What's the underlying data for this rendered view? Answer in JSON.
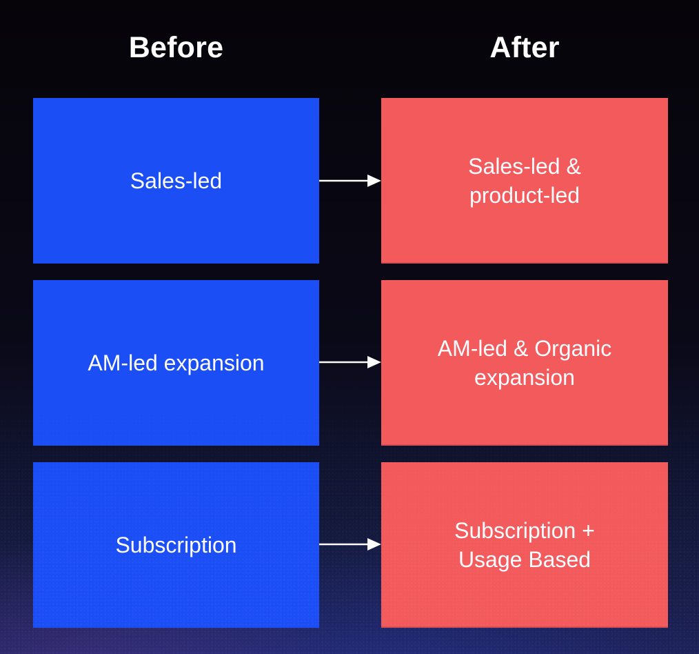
{
  "diagram": {
    "headers": {
      "before": "Before",
      "after": "After"
    },
    "rows": [
      {
        "before": "Sales-led",
        "after": "Sales-led & product-led"
      },
      {
        "before": "AM-led expansion",
        "after": "AM-led & Organic expansion"
      },
      {
        "before": "Subscription",
        "after": "Subscription + Usage Based"
      }
    ],
    "icons": {
      "row_connector": "arrow-right-icon"
    },
    "colors": {
      "before_box": "#1C4EF5",
      "after_box": "#F25A5C",
      "arrow": "#FFFFFF",
      "heading_text": "#FFFFFF",
      "box_text": "#FDFDFF",
      "background_top": "#060409",
      "background_bottom": "#1D2157"
    }
  }
}
